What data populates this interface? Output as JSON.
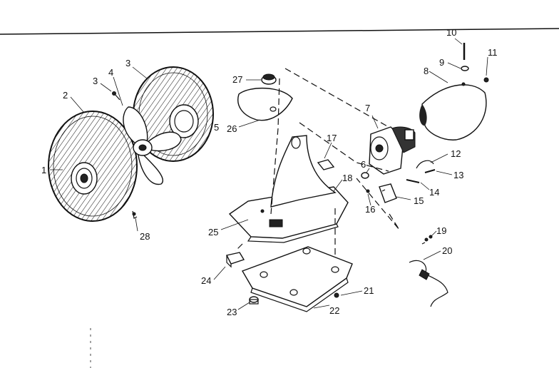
{
  "diagram": {
    "parts": [
      {
        "id": "1",
        "label": "1"
      },
      {
        "id": "2",
        "label": "2"
      },
      {
        "id": "3a",
        "label": "3"
      },
      {
        "id": "3b",
        "label": "3"
      },
      {
        "id": "4",
        "label": "4"
      },
      {
        "id": "5",
        "label": "5"
      },
      {
        "id": "6",
        "label": "6"
      },
      {
        "id": "7",
        "label": "7"
      },
      {
        "id": "8a",
        "label": "8"
      },
      {
        "id": "8b",
        "label": "8"
      },
      {
        "id": "9",
        "label": "9"
      },
      {
        "id": "10",
        "label": "10"
      },
      {
        "id": "11",
        "label": "11"
      },
      {
        "id": "12",
        "label": "12"
      },
      {
        "id": "13",
        "label": "13"
      },
      {
        "id": "14",
        "label": "14"
      },
      {
        "id": "15",
        "label": "15"
      },
      {
        "id": "16",
        "label": "16"
      },
      {
        "id": "17",
        "label": "17"
      },
      {
        "id": "18",
        "label": "18"
      },
      {
        "id": "19",
        "label": "19"
      },
      {
        "id": "20",
        "label": "20"
      },
      {
        "id": "21",
        "label": "21"
      },
      {
        "id": "22",
        "label": "22"
      },
      {
        "id": "23",
        "label": "23"
      },
      {
        "id": "24",
        "label": "24"
      },
      {
        "id": "25",
        "label": "25"
      },
      {
        "id": "26",
        "label": "26"
      },
      {
        "id": "27",
        "label": "27"
      },
      {
        "id": "28",
        "label": "28"
      }
    ]
  }
}
